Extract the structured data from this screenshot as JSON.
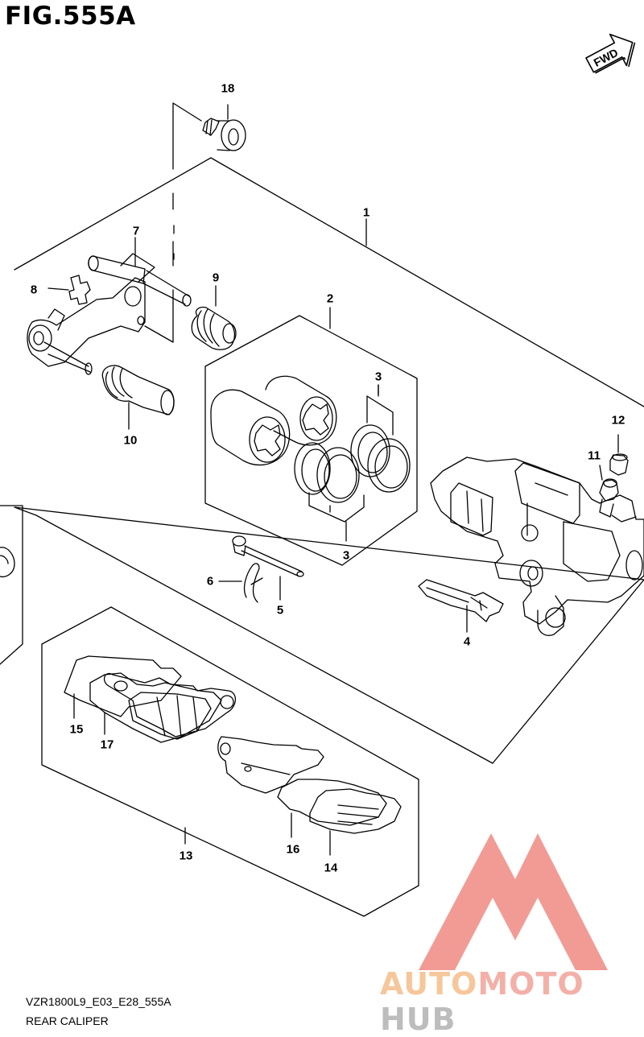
{
  "figure": {
    "title": "FIG.555A",
    "model_code": "VZR1800L9_E03_E28_555A",
    "name": "REAR CALIPER"
  },
  "direction_marker": "FWD",
  "callouts": [
    {
      "id": "c18",
      "label": "18"
    },
    {
      "id": "c1",
      "label": "1"
    },
    {
      "id": "c7",
      "label": "7"
    },
    {
      "id": "c8",
      "label": "8"
    },
    {
      "id": "c9",
      "label": "9"
    },
    {
      "id": "c2",
      "label": "2"
    },
    {
      "id": "c3a",
      "label": "3"
    },
    {
      "id": "c10",
      "label": "10"
    },
    {
      "id": "c12",
      "label": "12"
    },
    {
      "id": "c11",
      "label": "11"
    },
    {
      "id": "c3b",
      "label": "3"
    },
    {
      "id": "c6",
      "label": "6"
    },
    {
      "id": "c5",
      "label": "5"
    },
    {
      "id": "c4",
      "label": "4"
    },
    {
      "id": "c15",
      "label": "15"
    },
    {
      "id": "c17",
      "label": "17"
    },
    {
      "id": "c13",
      "label": "13"
    },
    {
      "id": "c16",
      "label": "16"
    },
    {
      "id": "c14",
      "label": "14"
    }
  ],
  "watermark": {
    "parts": [
      "AUTO",
      "MOTO",
      "HUB"
    ],
    "colors": {
      "auto": "#f6c79b",
      "moto": "#f3b0a8",
      "hub": "#bdbdbd",
      "logo": "#f08a82"
    }
  }
}
